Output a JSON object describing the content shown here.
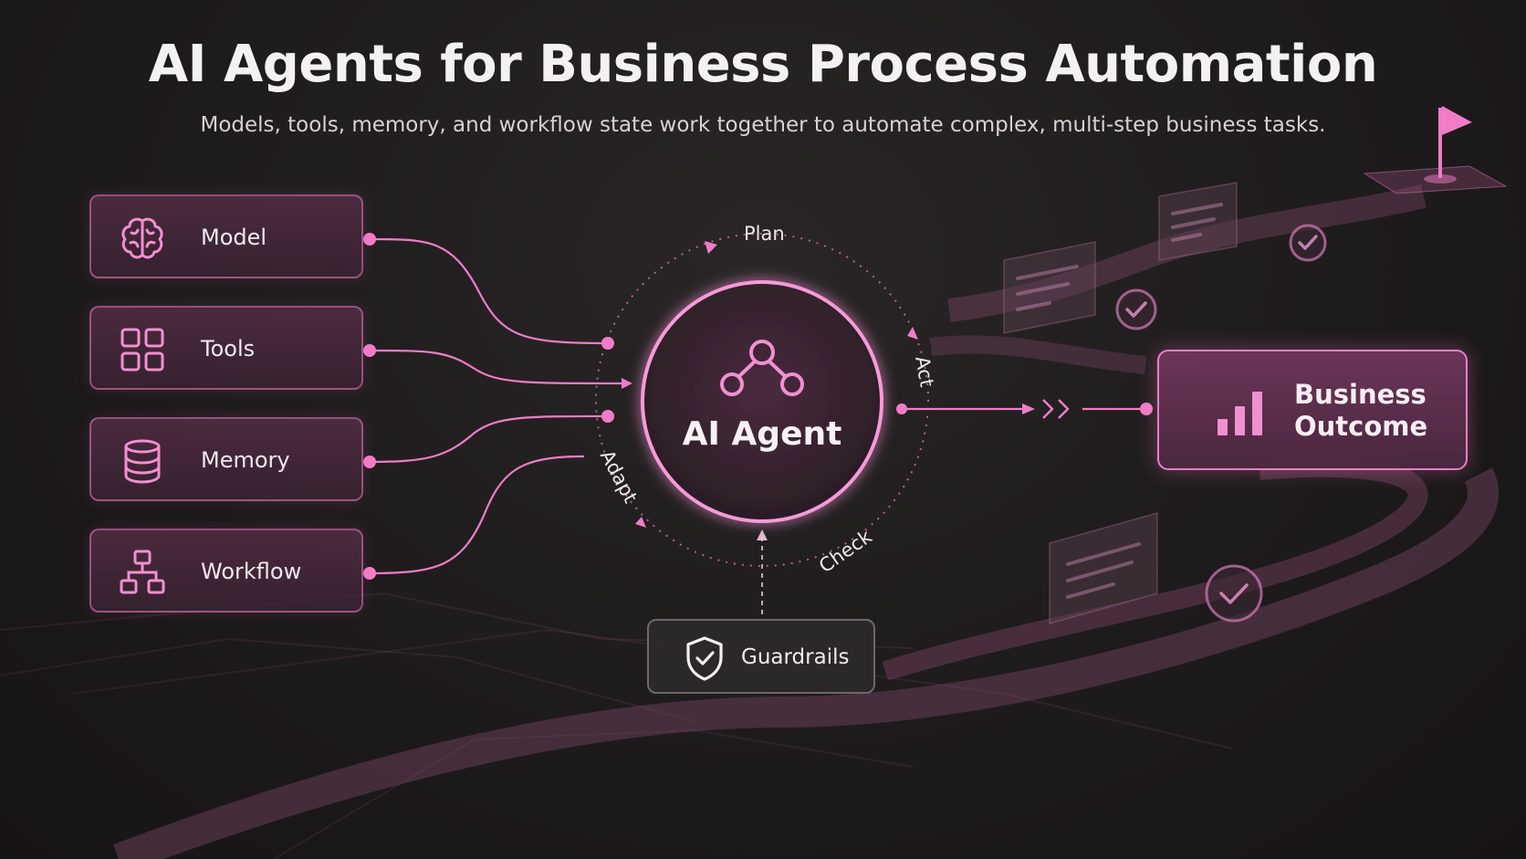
{
  "title": "AI Agents for Business Process Automation",
  "subtitle": "Models, tools, memory, and workflow state work together to automate complex, multi-step business tasks.",
  "inputs": [
    {
      "label": "Model",
      "icon": "brain-icon"
    },
    {
      "label": "Tools",
      "icon": "grid-icon"
    },
    {
      "label": "Memory",
      "icon": "database-icon"
    },
    {
      "label": "Workflow",
      "icon": "workflow-icon"
    }
  ],
  "agent": {
    "label": "AI Agent",
    "icon": "agent-nodes-icon"
  },
  "cycle": {
    "plan": "Plan",
    "act": "Act",
    "check": "Check",
    "adapt": "Adapt"
  },
  "guardrails": {
    "label": "Guardrails",
    "icon": "shield-check-icon"
  },
  "outcome": {
    "label": "Business Outcome",
    "icon": "bar-chart-icon"
  },
  "colors": {
    "accent": "#f07cc8",
    "background": "#1e1b1c",
    "card": "#4e2a42"
  }
}
